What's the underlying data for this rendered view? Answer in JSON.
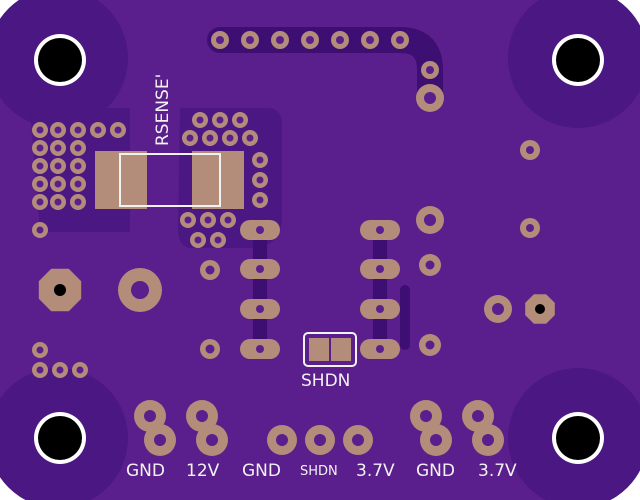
{
  "silkscreen": {
    "rsense": "RSENSE'",
    "shdn_pad": "SHDN",
    "pin_labels": [
      "GND",
      "12V",
      "GND",
      "SHDN",
      "3.7V",
      "GND",
      "3.7V"
    ]
  },
  "colors": {
    "board": "#5a1f8c",
    "copper_pour": "#4a1580",
    "trace": "#3c0f6e",
    "pad": "#b48c7a",
    "pad_edge": "#c79f8d",
    "silkscreen": "#f2f2f2",
    "hole": "#000000",
    "outside": "#ffffff"
  }
}
